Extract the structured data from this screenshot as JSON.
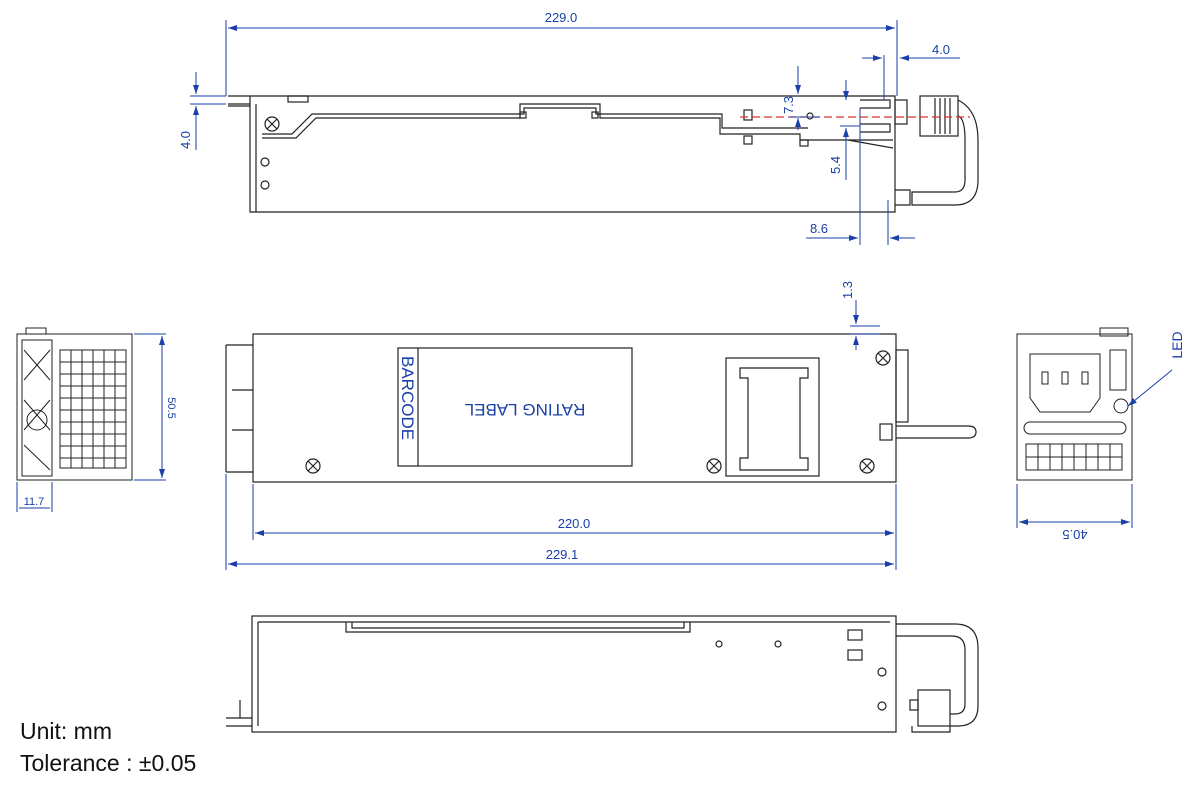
{
  "dimensions": {
    "top_overall_length": "229.0",
    "top_handle_offset": "4.0",
    "top_height_left": "4.0",
    "top_vertical_73": "7.3",
    "top_vertical_54": "5.4",
    "top_horizontal_86": "8.6",
    "front_offset_13": "1.3",
    "front_width_inner": "220.0",
    "front_width_overall": "229.1",
    "left_height": "50.5",
    "left_width": "11.7",
    "right_width": "40.5"
  },
  "labels": {
    "barcode": "BARCODE",
    "rating_label": "RATING LABEL",
    "led": "LED"
  },
  "notes": {
    "unit": "Unit: mm",
    "tolerance": "Tolerance : ±0.05"
  },
  "colors": {
    "dimension": "#1a3fa8",
    "outline": "#222222",
    "centerline": "#e03030"
  }
}
